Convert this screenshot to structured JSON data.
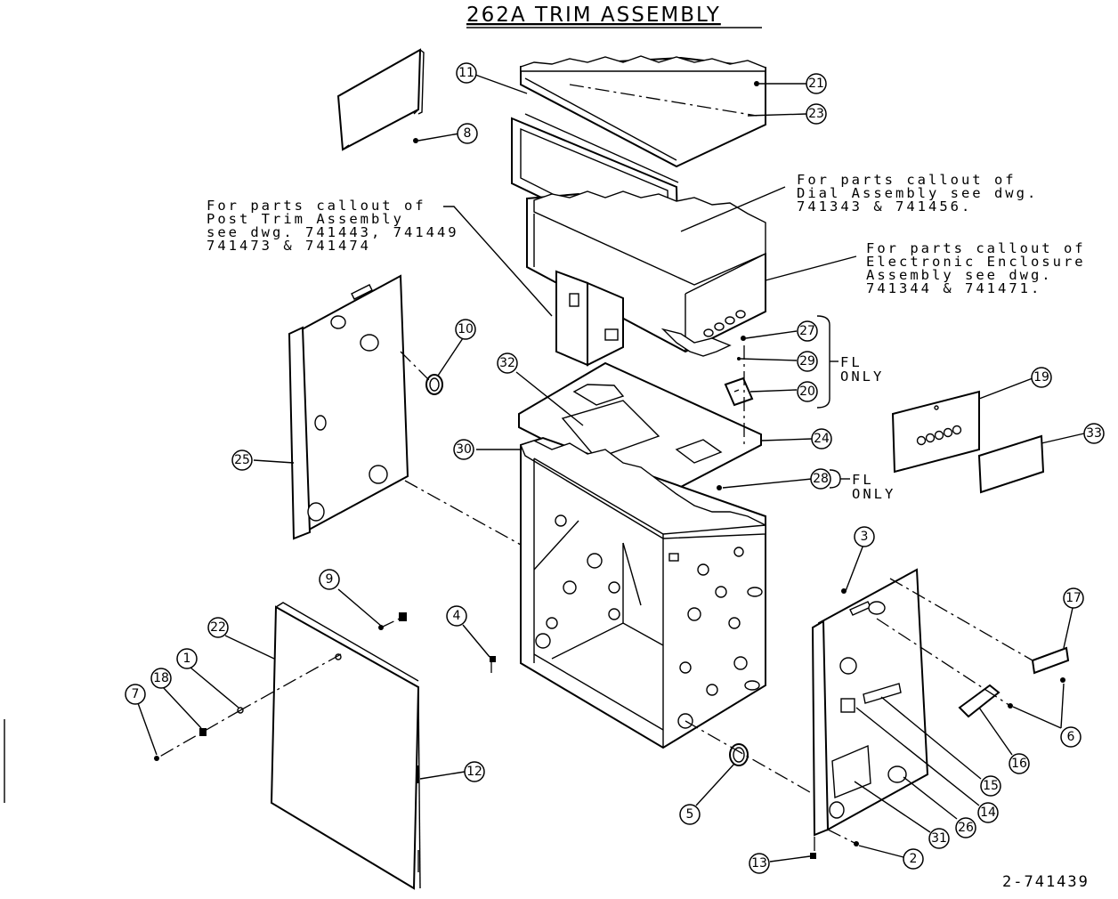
{
  "title": "262A TRIM ASSEMBLY",
  "drawing_number": "2-741439",
  "notes": {
    "post_trim": [
      "For parts callout of",
      "Post Trim Assembly",
      "see dwg. 741443, 741449",
      "741473 & 741474"
    ],
    "dial": [
      "For parts callout of",
      "Dial Assembly see dwg.",
      "741343 & 741456."
    ],
    "enclosure": [
      "For parts callout of",
      "Electronic Enclosure",
      "Assembly see dwg.",
      "741344 & 741471."
    ],
    "fl_only_upper": [
      "FL",
      "ONLY"
    ],
    "fl_only_lower": [
      "FL",
      "ONLY"
    ]
  },
  "callouts": {
    "b1": "1",
    "b2": "2",
    "b3": "3",
    "b4": "4",
    "b5": "5",
    "b6": "6",
    "b7": "7",
    "b8": "8",
    "b9": "9",
    "b10": "10",
    "b11": "11",
    "b12": "12",
    "b13": "13",
    "b14": "14",
    "b15": "15",
    "b16": "16",
    "b17": "17",
    "b18": "18",
    "b19": "19",
    "b20": "20",
    "b21": "21",
    "b22": "22",
    "b23": "23",
    "b24": "24",
    "b25": "25",
    "b26": "26",
    "b27": "27",
    "b28": "28",
    "b29": "29",
    "b30": "30",
    "b31": "31",
    "b32": "32",
    "b33": "33"
  }
}
